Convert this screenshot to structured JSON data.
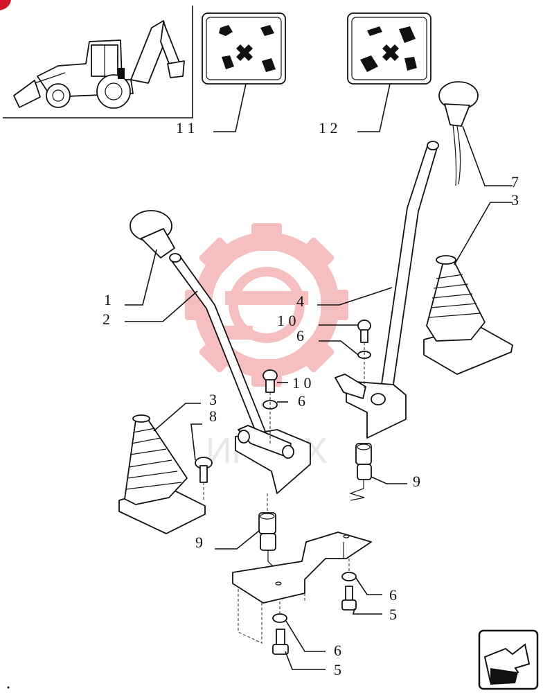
{
  "watermark": {
    "text": "ИНТЕХ",
    "color": "#e84a4a"
  },
  "corner_badge_color": "#d4162a",
  "callouts": [
    {
      "id": "c1",
      "text": "1"
    },
    {
      "id": "c2",
      "text": "2"
    },
    {
      "id": "c3a",
      "text": "3"
    },
    {
      "id": "c3b",
      "text": "3"
    },
    {
      "id": "c4",
      "text": "4"
    },
    {
      "id": "c5a",
      "text": "5"
    },
    {
      "id": "c5b",
      "text": "5"
    },
    {
      "id": "c6a",
      "text": "6"
    },
    {
      "id": "c6b",
      "text": "6"
    },
    {
      "id": "c6c",
      "text": "6"
    },
    {
      "id": "c6d",
      "text": "6"
    },
    {
      "id": "c7",
      "text": "7"
    },
    {
      "id": "c8",
      "text": "8"
    },
    {
      "id": "c9a",
      "text": "9"
    },
    {
      "id": "c9b",
      "text": "9"
    },
    {
      "id": "c10a",
      "text": "1 0"
    },
    {
      "id": "c10b",
      "text": "1 0"
    },
    {
      "id": "c11",
      "text": "1 1"
    },
    {
      "id": "c12",
      "text": "1 2"
    }
  ],
  "icons": {
    "machine": "backhoe-loader-icon",
    "decal_left": "control-pattern-decal-icon",
    "decal_right": "control-pattern-decal-icon",
    "next_page": "next-page-arrow-icon"
  }
}
